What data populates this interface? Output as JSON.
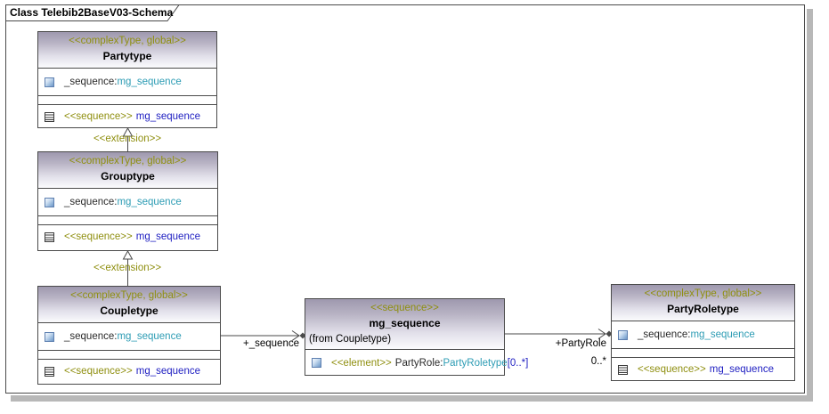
{
  "frame": {
    "title": "Class Telebib2BaseV03-Schema"
  },
  "colors": {
    "stereotype_olive": "#8f8f10",
    "type_teal": "#2d9cb4",
    "ref_navy": "#1d1dc1",
    "header_top": "#9e98ae",
    "box_border": "#4a4a4a",
    "line": "#4a4a4a",
    "shadow_gray": "#b8b8b8"
  },
  "classes": [
    {
      "stereotype": "<<complexType, global>>",
      "name": "Partytype",
      "attr_name": "_sequence:",
      "attr_type": "mg_sequence",
      "op_stereotype": "<<sequence>>",
      "op_name": "mg_sequence"
    },
    {
      "stereotype": "<<complexType, global>>",
      "name": "Grouptype",
      "attr_name": "_sequence:",
      "attr_type": "mg_sequence",
      "op_stereotype": "<<sequence>>",
      "op_name": "mg_sequence"
    },
    {
      "stereotype": "<<complexType, global>>",
      "name": "Coupletype",
      "attr_name": "_sequence:",
      "attr_type": "mg_sequence",
      "op_stereotype": "<<sequence>>",
      "op_name": "mg_sequence"
    },
    {
      "stereotype": "<<complexType, global>>",
      "name": "PartyRoletype",
      "attr_name": "_sequence:",
      "attr_type": "mg_sequence",
      "op_stereotype": "<<sequence>>",
      "op_name": "mg_sequence"
    }
  ],
  "sequence_box": {
    "stereotype": "<<sequence>>",
    "name": "mg_sequence",
    "from": "(from Coupletype)",
    "element_stereotype": "<<element>>",
    "element_name": "PartyRole:",
    "element_type": "PartyRoletype",
    "element_multiplicity": "[0..*]"
  },
  "connectors": {
    "extension_top_label": "<<extension>>",
    "extension_bottom_label": "<<extension>>",
    "sequence_role_label": "+_sequence",
    "partyrole_role_label": "+PartyRole",
    "partyrole_multiplicity": "0..*"
  }
}
